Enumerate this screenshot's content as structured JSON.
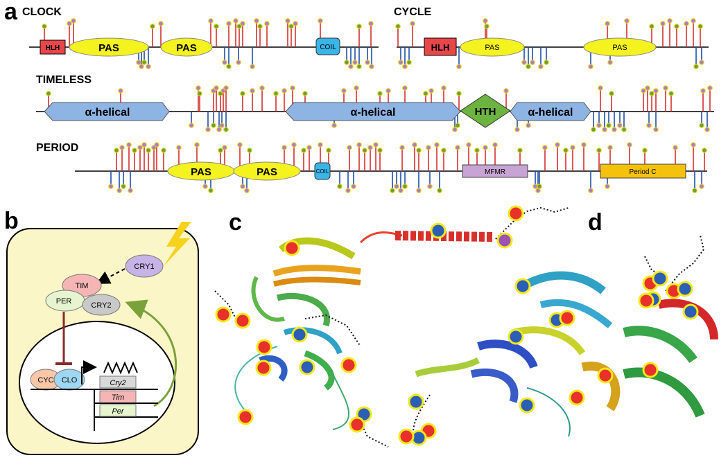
{
  "panels": {
    "a": "a",
    "b": "b",
    "c": "c",
    "d": "d"
  },
  "proteins": {
    "clock": {
      "title": "CLOCK",
      "domains": {
        "hlh": "HLH",
        "pas1": "PAS",
        "pas2": "PAS",
        "coil": "COIL"
      }
    },
    "cycle": {
      "title": "CYCLE",
      "domains": {
        "hlh": "HLH",
        "pas1": "PAS",
        "pas2": "PAS"
      }
    },
    "timeless": {
      "title": "TIMELESS",
      "domains": {
        "helix1": "α-helical",
        "helix2": "α-helical",
        "hth": "HTH",
        "helix3": "α-helical"
      }
    },
    "period": {
      "title": "PERIOD",
      "domains": {
        "pas1": "PAS",
        "pas2": "PAS",
        "coil": "COIL",
        "mfmr": "MFMR",
        "periodc": "Period C"
      }
    }
  },
  "pathway": {
    "cry1": "CRY1",
    "tim": "TIM",
    "per": "PER",
    "cry2": "CRY2",
    "cyc": "CYC",
    "clo": "CLO",
    "genes": {
      "cry2": "Cry2",
      "tim": "Tim",
      "per": "Per"
    }
  },
  "colors": {
    "hlh": "#e8474a",
    "pas": "#f4f21f",
    "coil": "#39b5e8",
    "helical": "#8eb4e3",
    "hth": "#6cb33f",
    "mfmr": "#c7a4d4",
    "periodc": "#f4c20d",
    "cell": "#fbf6c8",
    "red_site": "#e8312a",
    "blue_site": "#2a5fb5",
    "pin_red": "#d32f2f",
    "pin_blue": "#1f4fa3"
  }
}
